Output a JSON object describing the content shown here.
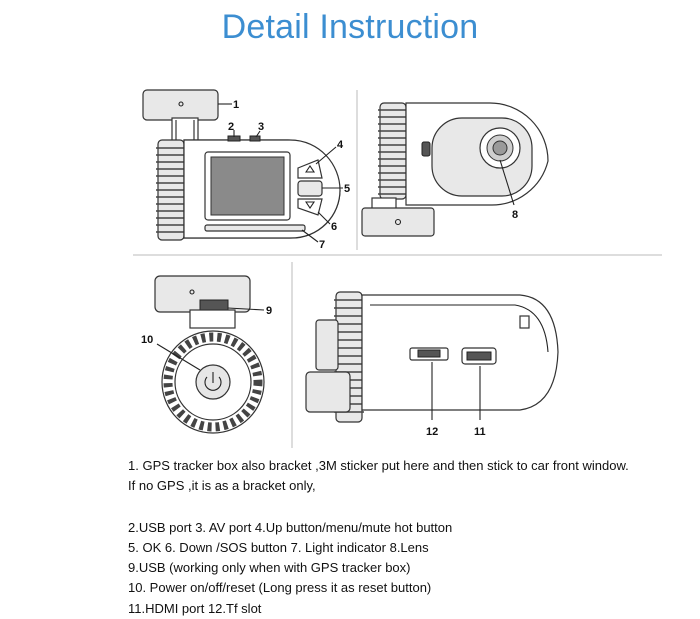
{
  "title": "Detail Instruction",
  "callouts": {
    "c1": "1",
    "c2": "2",
    "c3": "3",
    "c4": "4",
    "c5": "5",
    "c6": "6",
    "c7": "7",
    "c8": "8",
    "c9": "9",
    "c10": "10",
    "c11": "11",
    "c12": "12"
  },
  "descriptions": {
    "line1": "1.  GPS tracker box also bracket ,3M sticker put here and then stick to car front window.",
    "line2": "If no GPS ,it is as a bracket only,",
    "line3": "2.USB port   3. AV port     4.Up button/menu/mute hot button",
    "line4": "5. OK    6. Down /SOS button    7. Light indicator    8.Lens",
    "line5": "9.USB (working only when with GPS tracker box)",
    "line6": "10. Power on/off/reset (Long press it as reset button)",
    "line7": "11.HDMI port    12.Tf slot"
  }
}
